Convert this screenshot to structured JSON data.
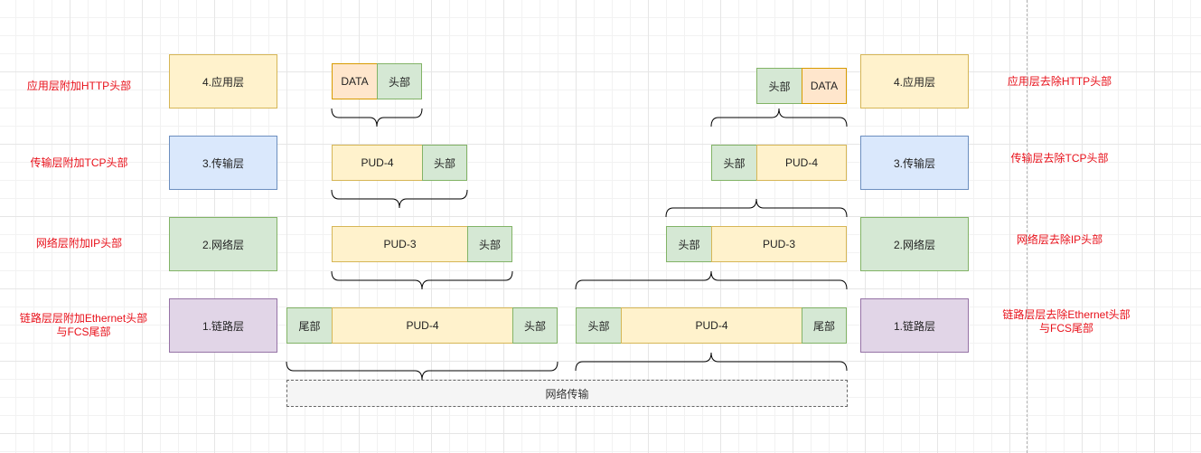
{
  "left_notes": {
    "app": "应用层附加HTTP头部",
    "transport": "传输层附加TCP头部",
    "network": "网络层附加IP头部",
    "link": "链路层层附加Ethernet头部\n与FCS尾部"
  },
  "right_notes": {
    "app": "应用层去除HTTP头部",
    "transport": "传输层去除TCP头部",
    "network": "网络层去除IP头部",
    "link": "链路层层去除Ethernet头部\n与FCS尾部"
  },
  "layers": {
    "app": "4.应用层",
    "transport": "3.传输层",
    "network": "2.网络层",
    "link": "1.链路层"
  },
  "segments": {
    "data": "DATA",
    "header": "头部",
    "trailer": "尾部",
    "pud4": "PUD-4",
    "pud3": "PUD-3"
  },
  "network_transfer": "网络传输",
  "colors": {
    "note_text": "#e8101a",
    "app_fill": "#fff2cc",
    "transport_fill": "#dae8fc",
    "network_fill": "#d5e8d4",
    "link_fill": "#e1d5e7",
    "data_fill": "#ffe6cc",
    "header_fill": "#d5e8d4"
  }
}
